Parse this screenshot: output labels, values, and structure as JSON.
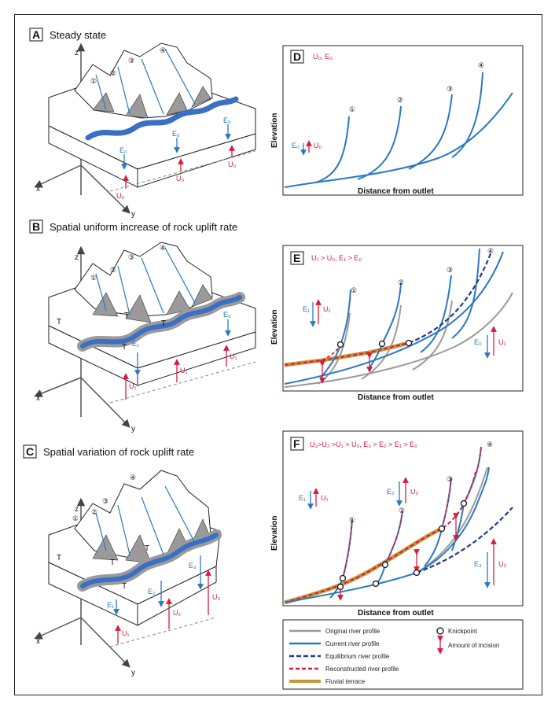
{
  "panels": {
    "A": {
      "letter": "A",
      "title": "Steady state"
    },
    "B": {
      "letter": "B",
      "title": "Spatial uniform increase of rock uplift rate"
    },
    "C": {
      "letter": "C",
      "title": "Spatial variation of rock uplift rate"
    },
    "D": {
      "letter": "D",
      "header": "U₀, E₀",
      "ylabel": "Elevation",
      "xlabel": "Distance from outlet",
      "side_e": "E₀",
      "side_u": "U₀"
    },
    "E": {
      "letter": "E",
      "header": "U₁ > U₀, E₁ > E₀",
      "ylabel": "Elevation",
      "xlabel": "Distance from outlet",
      "left_e": "E₁",
      "left_u": "U₁",
      "right_e": "E₀",
      "right_u": "U₁"
    },
    "F": {
      "letter": "F",
      "header": "U₃>U₂ >U₁ > U₀, E₃ > E₂ > E₁ > E₀",
      "ylabel": "Elevation",
      "xlabel": "Distance from outlet",
      "left_e": "E₁",
      "left_u": "U₁",
      "mid_e": "E₂",
      "mid_u": "U₂",
      "right_e": "E₃",
      "right_u": "U₃"
    }
  },
  "block_labels": {
    "z": "z",
    "x": "x",
    "y": "y",
    "T": "T",
    "A_e": "E₀",
    "A_u": "U₀",
    "B_e1": "E₁",
    "B_e0": "E₀",
    "B_u": "U₁",
    "C_e1": "E₁",
    "C_e2": "E₂",
    "C_e3": "E₃",
    "C_u1": "U₁",
    "C_u2": "U₂",
    "C_u3": "U₃"
  },
  "rivers": [
    "①",
    "②",
    "③",
    "④"
  ],
  "legend": {
    "original": "Original river profile",
    "current": "Current river profile",
    "equilibrium": "Equilibrium river profile",
    "reconstructed": "Reconstructed river profile",
    "terrace": "Fluvial terrace",
    "knickpoint": "Knickpoint",
    "incision": "Amount of incision"
  },
  "colors": {
    "blue": "#2a78c2",
    "red": "#d81b3c",
    "gray": "#9a9a9a",
    "navy": "#253a8c",
    "terrace": "#c8953a",
    "river": "#3a6fc4"
  }
}
